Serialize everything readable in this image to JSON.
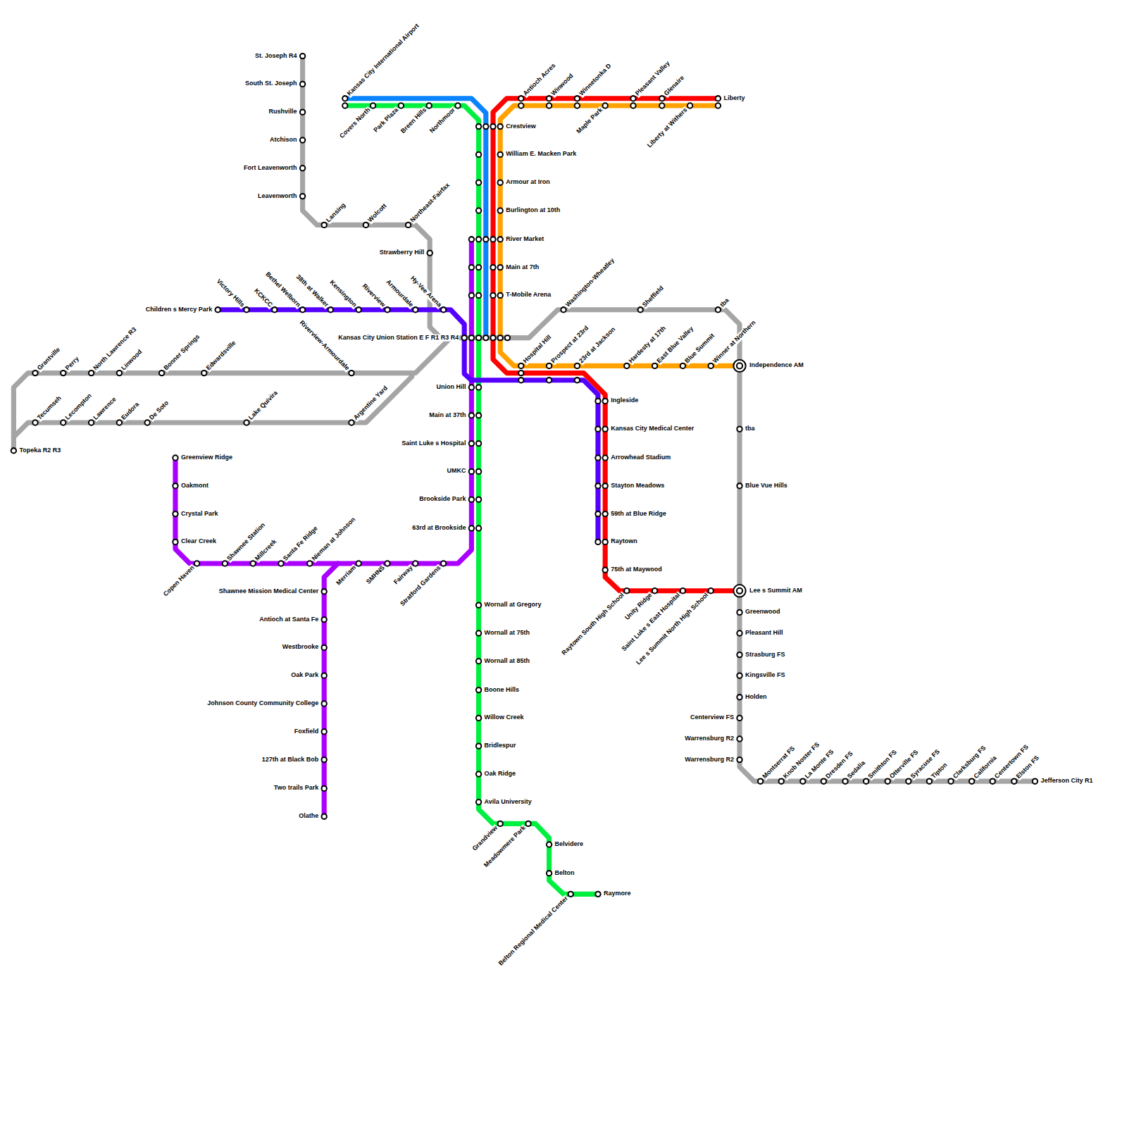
{
  "diagram": {
    "labels": [
      "St. Joseph R4",
      "South St. Joseph",
      "Rushville",
      "Atchison",
      "Fort Leavenworth",
      "Leavenworth",
      "Lansing",
      "Wolcott",
      "Northeast-Fairfax",
      "Strawberry Hill",
      "Kansas City International Airport",
      "Covers North",
      "Park Plaza",
      "Breen Hills",
      "Northmoor",
      "Antioch Acres",
      "Winwood",
      "Winnetonka D",
      "Maple Park",
      "Pleasant Valley",
      "Glenaire",
      "Liberty at Withers",
      "Liberty",
      "Crestview",
      "William E. Macken Park",
      "Armour at Iron",
      "Burlington at 10th",
      "River Market",
      "Main at 7th",
      "T-Mobile Arena",
      "Children s Mercy Park",
      "Victory Hills",
      "KCKCC",
      "Bethel Welborn",
      "38th at Walker",
      "Kensington",
      "Riverview",
      "Armourdale",
      "Hy-Vee Arena",
      "Kansas City Union Station E F R1 R3 R4",
      "Washington-Wheatley",
      "Sheffield",
      "tba",
      "Independence AM",
      "Hospital Hill",
      "Prospect at 23rd",
      "23rd at Jackson",
      "Hardesty at 17th",
      "East Blue Valley",
      "Blue Summit",
      "Winner at Northern",
      "Grantville",
      "Perry",
      "North Lawrence R3",
      "Linwood",
      "Bonner Springs",
      "Edwardsville",
      "Riverview-Armourdale",
      "Tecumseh",
      "Lecompton",
      "Lawrence",
      "Eudora",
      "De Soto",
      "Lake Quivira",
      "Argentine Yard",
      "Topeka R2 R3",
      "Union Hill",
      "Main at 37th",
      "Saint Luke s Hospital",
      "UMKC",
      "Brookside Park",
      "63rd at Brookside",
      "Ingleside",
      "Kansas City Medical Center",
      "Arrowhead Stadium",
      "Stayton Meadows",
      "59th at Blue Ridge",
      "Raytown",
      "75th at Maywood",
      "Raytown South High School",
      "Unity Ridge",
      "Saint Luke s East Hospital",
      "Lee s Summit North High School",
      "tba",
      "Blue Vue Hills",
      "Lee s Summit AM",
      "Greenwood",
      "Pleasant Hill",
      "Strasburg FS",
      "Kingsville FS",
      "Holden",
      "Centerview FS",
      "Warrensburg R2",
      "Warrensburg R2",
      "Montserrat FS",
      "Knob Noster FS",
      "La Monte FS",
      "Dresden FS",
      "Sedalia",
      "Smithton FS",
      "Otterville FS",
      "Syracuse FS",
      "Tipton",
      "Clarksburg FS",
      "California",
      "Centertown FS",
      "Elston FS",
      "Jefferson City R1",
      "Greenview Ridge",
      "Oakmont",
      "Crystal Park",
      "Clear Creek",
      "Copen Haven",
      "Shawnee Station",
      "Millcreek",
      "Santa Fe Ridge",
      "Nieman at Johnson",
      "Merriam",
      "SMHNS",
      "Fairway",
      "Stratford Gardens",
      "Shawnee Mission Medical Center",
      "Antioch at Santa Fe",
      "Westbrooke",
      "Oak Park",
      "Johnson County Community College",
      "Foxfield",
      "127th at Black Bob",
      "Two trails Park",
      "Olathe",
      "Wornall at Gregory",
      "Wornall at 75th",
      "Wornall at 85th",
      "Boone Hills",
      "Willow Creek",
      "Bridlespur",
      "Oak Ridge",
      "Avila University",
      "Grandview",
      "Meadowmere Park",
      "Belvidere",
      "Belton",
      "Belton Regional Medical Center",
      "Raymore"
    ]
  }
}
